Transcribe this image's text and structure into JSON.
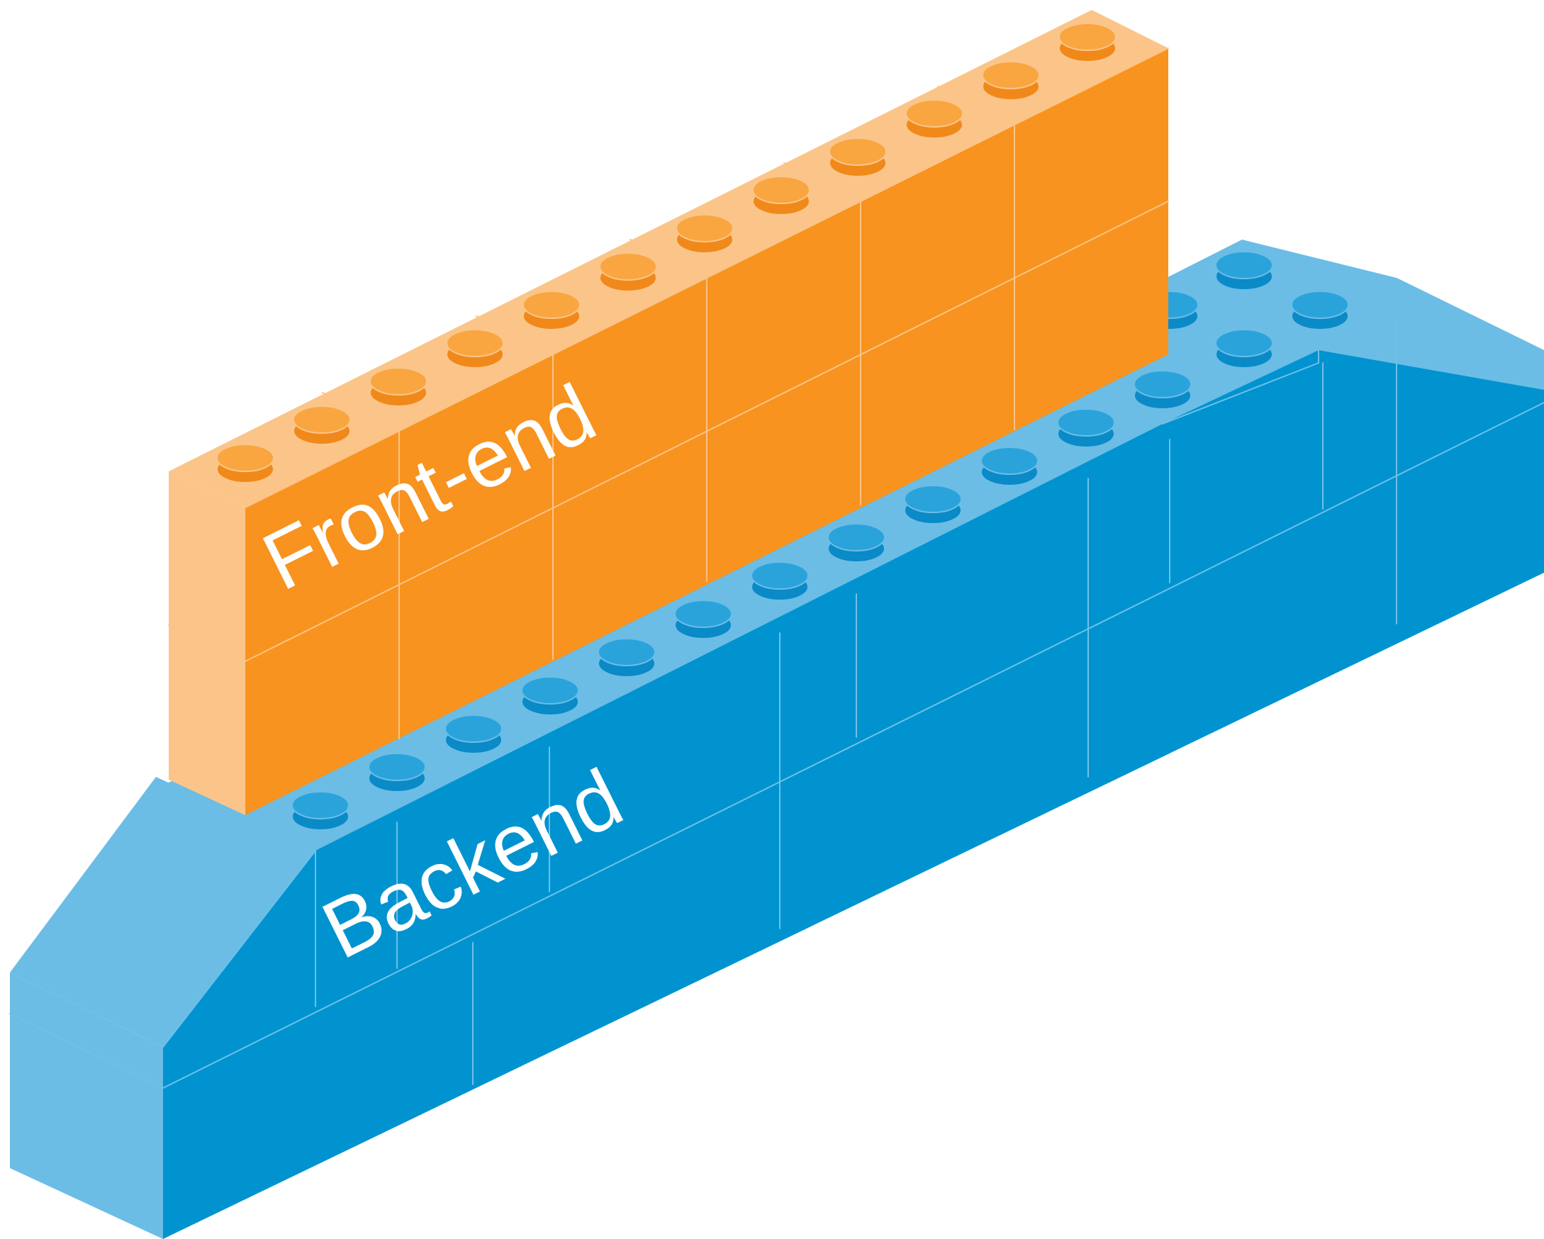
{
  "diagram": {
    "layers": [
      {
        "id": "frontend",
        "label": "Front-end",
        "color": "#f7931e",
        "light": "#fbc58a"
      },
      {
        "id": "backend",
        "label": "Backend",
        "color": "#0093d0",
        "light": "#6bbde6"
      }
    ]
  }
}
